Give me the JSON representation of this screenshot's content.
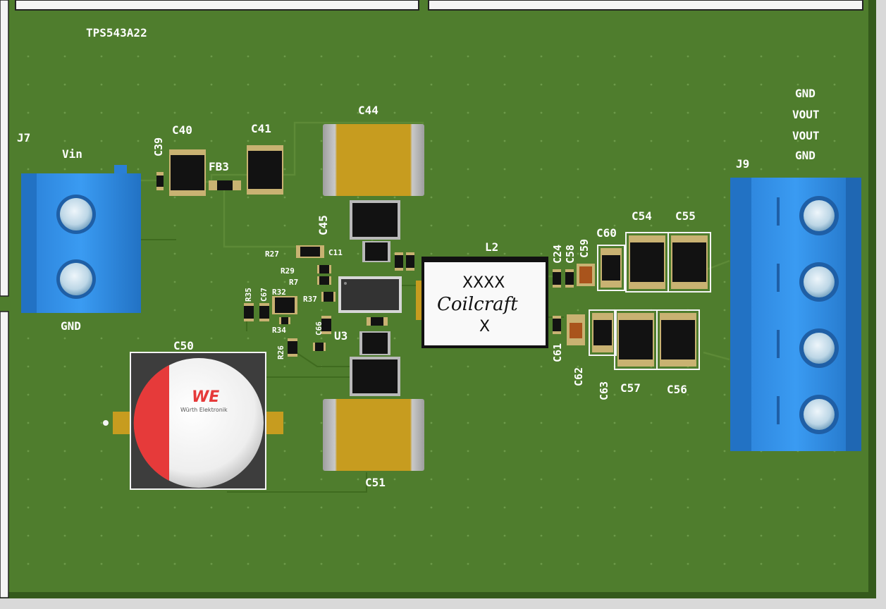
{
  "board": {
    "title": "TPS543A22",
    "colors": {
      "pcb": "#4f7d2d",
      "pcb_edge": "#345a1c",
      "connector": "#2f8ee6"
    }
  },
  "connectors": {
    "j7": {
      "ref": "J7",
      "pin_top": "Vin",
      "pin_bottom": "GND"
    },
    "j9": {
      "ref": "J9",
      "pins": [
        "GND",
        "VOUT",
        "VOUT",
        "GND"
      ]
    }
  },
  "labels": {
    "c39": "C39",
    "c40": "C40",
    "fb3": "FB3",
    "c41": "C41",
    "c44": "C44",
    "c45": "C45",
    "r27": "R27",
    "c11": "C11",
    "r29": "R29",
    "r7": "R7",
    "r35": "R35",
    "c67": "C67",
    "r32": "R32",
    "r37": "R37",
    "r34": "R34",
    "c66": "C66",
    "u3": "U3",
    "r26": "R26",
    "c50": "C50",
    "c51": "C51",
    "l2": "L2",
    "c24": "C24",
    "c58": "C58",
    "c59": "C59",
    "c60": "C60",
    "c54": "C54",
    "c55": "C55",
    "c61": "C61",
    "c62": "C62",
    "c63": "C63",
    "c57": "C57",
    "c56": "C56"
  },
  "inductor": {
    "line1": "XXXX",
    "brand": "Coilcraft",
    "line3": "X"
  },
  "cap_logo": {
    "mark": "WE",
    "text": "Würth Elektronik"
  }
}
